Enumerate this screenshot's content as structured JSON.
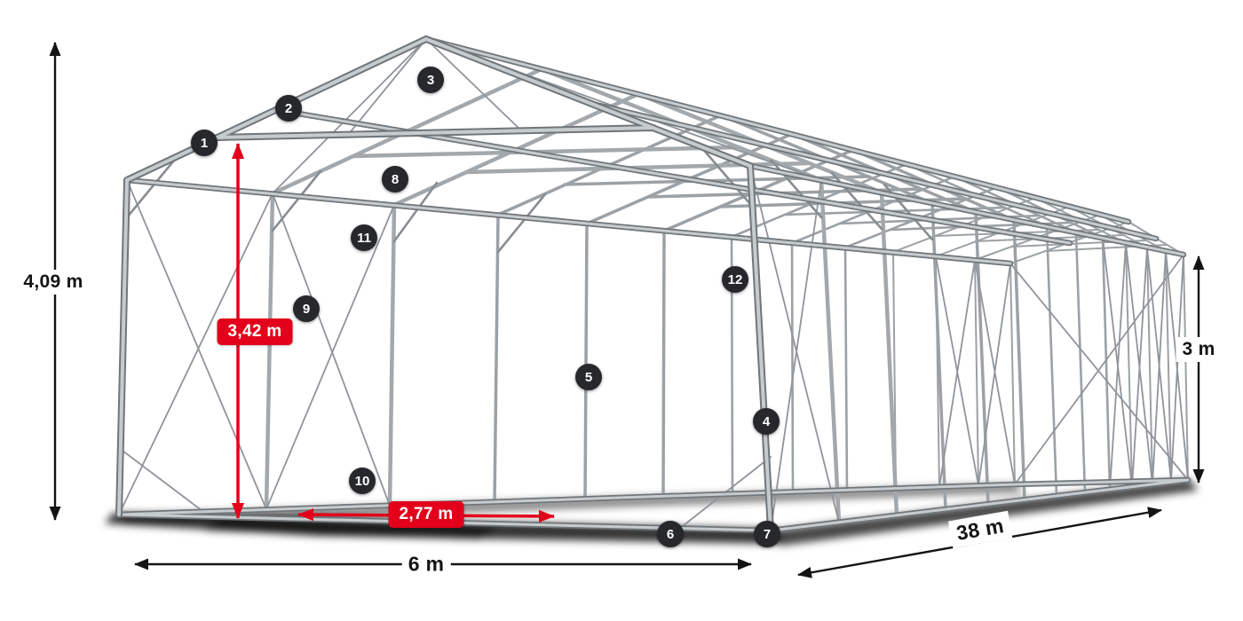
{
  "diagram": {
    "subject": "tent-steel-frame-structure",
    "dimensions": {
      "total_height": "4,09 m",
      "inner_height": "3,42 m",
      "side_wall_height": "3 m",
      "width": "6 m",
      "inner_width": "2,77 m",
      "length": "38 m"
    },
    "part_badges": [
      "1",
      "2",
      "3",
      "4",
      "5",
      "6",
      "7",
      "8",
      "9",
      "10",
      "11",
      "12"
    ],
    "colors": {
      "dimension_accent_red": "#e2001a",
      "dimension_black": "#141414",
      "badge_background": "#26282b",
      "badge_text": "#ffffff",
      "frame_metal_light": "#c6cbcd",
      "frame_metal_mid": "#9ba1a5",
      "frame_metal_dark": "#70767a"
    }
  }
}
